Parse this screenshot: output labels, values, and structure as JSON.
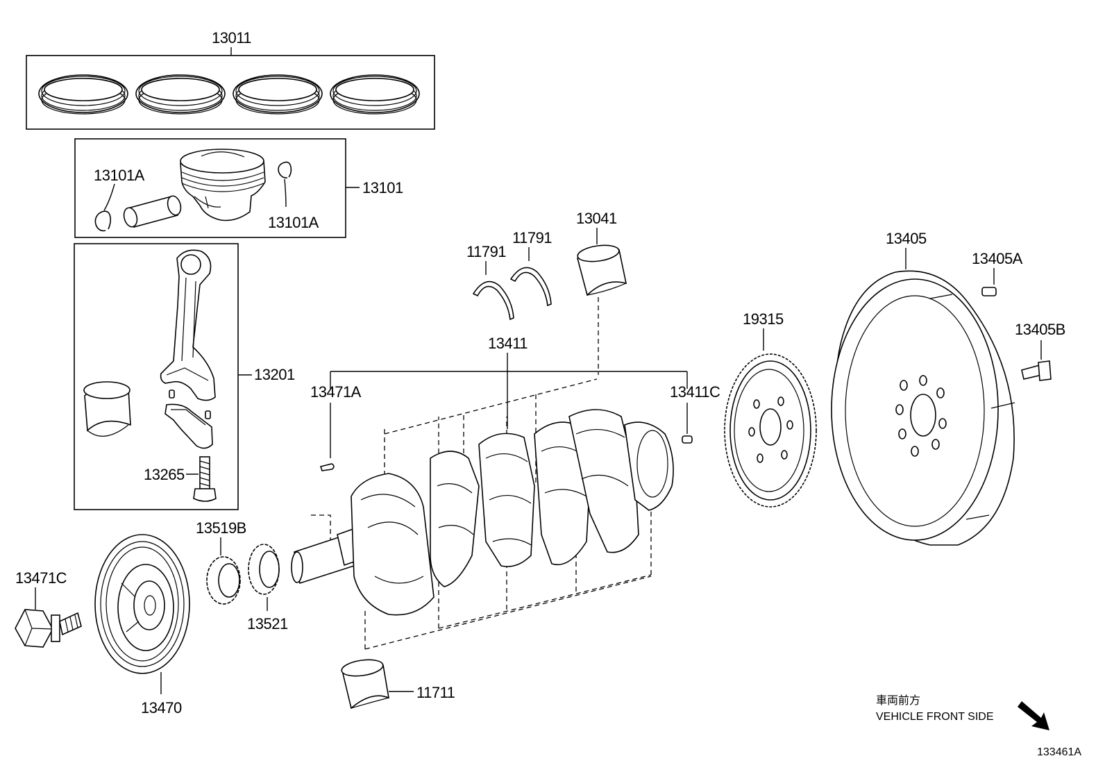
{
  "labels": {
    "rings_set": "13011",
    "piston_set": "13101",
    "snap_ring_left": "13101A",
    "snap_ring_right": "13101A",
    "connecting_rod": "13201",
    "rod_bolt": "13265",
    "thrust_washer_a": "11791",
    "thrust_washer_b": "11791",
    "conrod_bearing": "13041",
    "crankshaft": "13411",
    "pin_left": "13471A",
    "pin_right": "13411C",
    "signal_plate": "19315",
    "flywheel": "13405",
    "flywheel_pin": "13405A",
    "flywheel_bolt": "13405B",
    "timing_gear_b": "13519B",
    "crank_gear": "13521",
    "pulley_bolt": "13471C",
    "crank_pulley": "13470",
    "main_bearing": "11711"
  },
  "notes": {
    "direction_jp": "車両前方",
    "direction_en": "VEHICLE FRONT SIDE",
    "illustration_id": "133461A"
  },
  "icons": {
    "direction_arrow": "arrow-down-right-icon"
  }
}
